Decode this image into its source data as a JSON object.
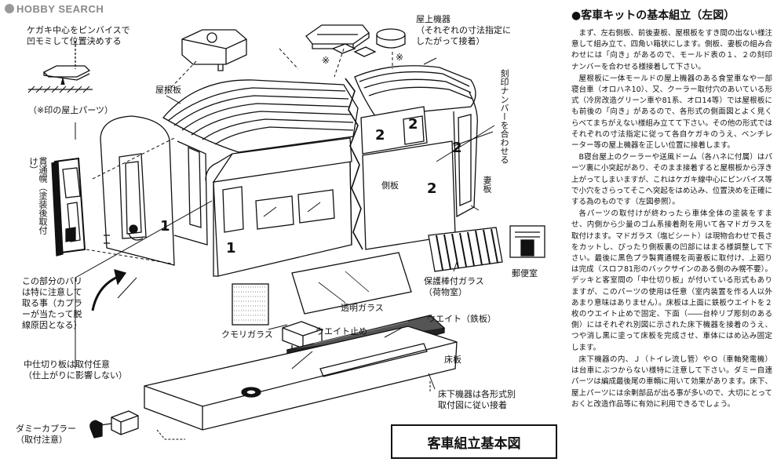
{
  "watermark": "HOBBY SEARCH",
  "diagram": {
    "labels": {
      "kegaki": "ケガキ中心をピンバイスで\n凹モミして位置決めする",
      "rooftop_note": "（※印の屋上パーツ）",
      "yane_kiki": "屋上機器\n（それぞれの寸法指定に\nしたがって接着）",
      "yaneita": "屋根板",
      "kokuin": "刻印ナンバーを合わせる",
      "sokuban": "側板",
      "tsumaita": "妻板",
      "kantsu": "貫通幌（塗装後取付け）",
      "bari": "この部分のバリ\nは特に注意して\n取る事（カプラ\nーが当たって脱\n線原因となる）",
      "nakajikiri": "中仕切り板は取付任意\n（仕上がりに影響しない）",
      "kumori": "クモリガラス",
      "toumei": "透明ガラス",
      "weight_stop": "ウエイト止め",
      "weight": "ウエイト（鉄板）",
      "hogo": "保護棒付ガラス\n（荷物室）",
      "yubin": "郵便室",
      "yukaita": "床板",
      "yukashita": "床下機器は各形式別\n取付図に従い接着",
      "dummy": "ダミーカプラー\n（取付注意）",
      "mark_a": "※",
      "mark_b": "※",
      "num_1a": "1",
      "num_1b": "1",
      "num_2a": "2",
      "num_2b": "2",
      "num_2c": "2",
      "num_2d": "2"
    },
    "caption": "客車組立基本図"
  },
  "article": {
    "heading": "●客車キットの基本組立（左図）",
    "paragraphs": [
      "まず、左右側板、前後妻板、屋根板をすき間の出ない様注意して組み立て、四角い箱状にします。側板、妻板の組み合わせには「向き」があるので、モールド表の１、２の刻印ナンバーを合わせる様接着して下さい。",
      "屋根板に一体モールドの屋上機器のある食堂車なや一部寝台車（オロハネ10）、又、クーラー取付穴のあいている形式（冷房改造グリーン車や81系、オロ14等）では屋根板にも前後の「向き」があるので、各形式の側面図とよく見くらべてまちがえない様組み立てて下さい。その他の形式ではそれぞれの寸法指定に従って各自ケガキのうえ、ベンチレーター等の屋上機器を正しい位置に接着します。",
      "B寝台屋上のクーラーや送風ドーム（各ハネに付属）はパーツ裏に小突起があり、そのまま接着すると屋根板から浮き上がってしまいますが、これはケガキ線中心にピンバイス等で小穴をさらってそこへ突起をはめ込み、位置決めを正確にする為のものです（左図参照）。",
      "各パーツの取付けが終わったら車体全体の塗装をすませ、内側から少量のゴム系接着剤を用いて各マドガラスを取付けます。マドガラス（塩ビシート）は現物合わせで長さをカットし、ぴったり側板裏の凹部にはまる様調整して下さい。最後に黒色プラ製貫通幌を両妻板に取付け、上廻りは完成（スロフ81形のバックサインのある側のみ幌不要）。デッキと客室間の「中仕切り板」が付いている形式もありますが、このパーツの使用は任意（室内装置を作る人以外あまり意味はありません）。床板は上面に鉄板ウエイトを２枚のウエイト止めで固定、下面（――台枠リブ彫刻のある側）にはそれぞれ別図に示された床下機器を接着のうえ、つや消し黒に塗って床板を完成させ、車体にはめ込み固定します。",
      "床下機器の内、Ｊ（トイレ流し管）やＯ（車軸発電機）は台車にぶつからない様特に注意して下さい。ダミー自連パーツは編成最後尾の車輌に用いて効果があります。床下、屋上パーツには余剰部品が出る事が多いので、大切にとっておくと改造作品等に有効に利用できるでしょう。"
    ]
  }
}
